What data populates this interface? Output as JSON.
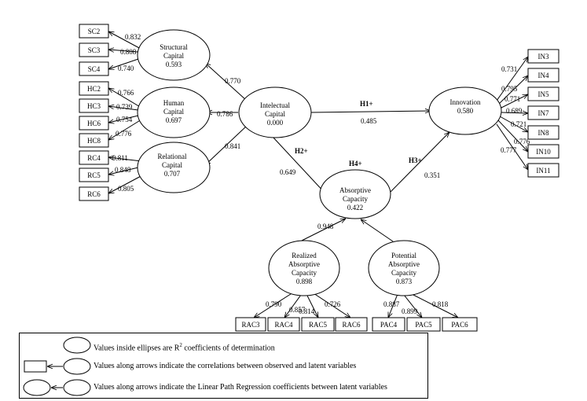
{
  "latent": {
    "structural": {
      "l1": "Structural",
      "l2": "Capital",
      "r2": "0.593"
    },
    "human": {
      "l1": "Human",
      "l2": "Capital",
      "r2": "0.697"
    },
    "relational": {
      "l1": "Relational",
      "l2": "Capital",
      "r2": "0.707"
    },
    "intelectual": {
      "l1": "Intelectual",
      "l2": "Capital",
      "r2": "0.000"
    },
    "innovation": {
      "l1": "Innovation",
      "r2": "0.580"
    },
    "absorptive": {
      "l1": "Absorptive",
      "l2": "Capacity",
      "r2": "0.422"
    },
    "realized": {
      "l1": "Realized",
      "l2": "Absorptive",
      "l3": "Capacity",
      "r2": "0.898"
    },
    "potential": {
      "l1": "Potential",
      "l2": "Absorptive",
      "l3": "Capacity",
      "r2": "0.873"
    }
  },
  "indicators": {
    "sc2": "SC2",
    "sc3": "SC3",
    "sc4": "SC4",
    "hc2": "HC2",
    "hc3": "HC3",
    "hc6": "HC6",
    "hc8": "HC8",
    "rc4": "RC4",
    "rc5": "RC5",
    "rc6": "RC6",
    "in3": "IN3",
    "in4": "IN4",
    "in5": "IN5",
    "in7": "IN7",
    "in8": "IN8",
    "in10": "IN10",
    "in11": "IN11",
    "rac3": "RAC3",
    "rac4": "RAC4",
    "rac5": "RAC5",
    "rac6": "RAC6",
    "pac4": "PAC4",
    "pac5": "PAC5",
    "pac6": "PAC6"
  },
  "loadings": {
    "sc2": "0.832",
    "sc3": "0.808",
    "sc4": "0.740",
    "hc2": "0.766",
    "hc3": "0.739",
    "hc6": "0.754",
    "hc8": "0.776",
    "rc4": "0.811",
    "rc5": "0.848",
    "rc6": "0.805",
    "in3": "0.731",
    "in4": "0.795",
    "in5": "0.771",
    "in7": "0.689",
    "in8": "0.721",
    "in10": "0.776",
    "in11": "0.777",
    "rac3": "0.790",
    "rac4": "0.857",
    "rac5": "0.814",
    "rac6": "0.726",
    "pac4": "0.887",
    "pac5": "0.899",
    "pac6": "0.818"
  },
  "paths": {
    "ic_sc": "0.770",
    "ic_hc": "0.786",
    "ic_rc": "0.841",
    "h1_label": "H1+",
    "h1_value": "0.485",
    "h2_label": "H2+",
    "h2_value": "0.649",
    "h3_label": "H3+",
    "h3_value": "0.351",
    "h4_label": "H4+",
    "h4_value": "0.948"
  },
  "legend": {
    "row1_pre": "Values inside ellipses are R",
    "row1_sup": "2",
    "row1_post": " coefficients of determination",
    "row2": "Values along arrows indicate the correlations between observed and latent variables",
    "row3": "Values along arrows indicate the Linear Path Regression coefficients between latent variables"
  }
}
